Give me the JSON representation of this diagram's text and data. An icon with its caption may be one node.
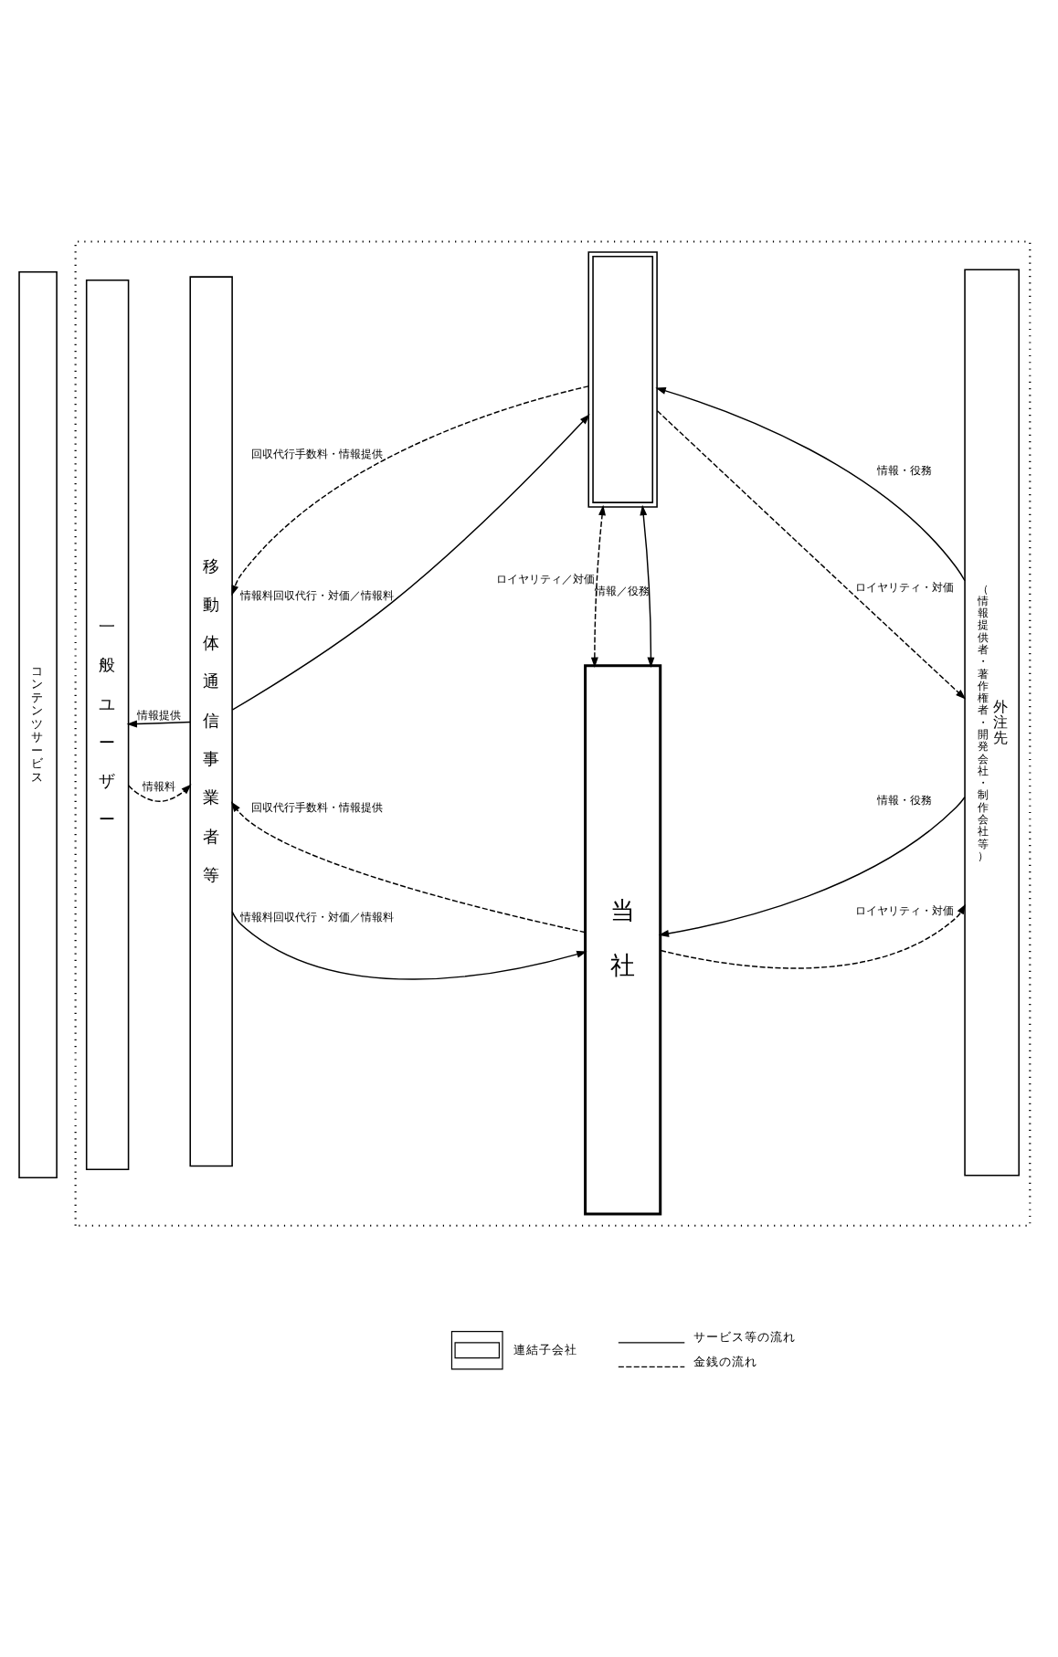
{
  "diagram": {
    "nodes": [
      {
        "text": [
          "コンテンツサービス"
        ]
      },
      {
        "text": [],
        "shape": "box"
      },
      {
        "text": [
          "一般ユーザー"
        ],
        "in": 1
      },
      {
        "text": [
          "移動体通信事業者等"
        ],
        "in": 1
      },
      {
        "text": [],
        "shape": "box",
        "in": 1
      },
      {
        "text": [
          "当社"
        ],
        "in": 1
      },
      {
        "text": [
          "（情報提供者・著作権者・開発会社・制作会社等）",
          "外注先"
        ],
        "in": 1
      }
    ],
    "edges": [
      {
        "from": 2,
        "to": 3,
        "arrow": "to",
        "label": "情報料",
        "style": "dashed"
      },
      {
        "from": 3,
        "to": 2,
        "arrow": "to",
        "label": "情報提供"
      },
      {
        "from": 3,
        "to": 4,
        "arrow": "to",
        "label": "情報料回収代行・対価／情報料"
      },
      {
        "from": 4,
        "to": 3,
        "arrow": "to",
        "label": "回収代行手数料・情報提供",
        "style": "dashed"
      },
      {
        "from": 4,
        "to": 6,
        "arrow": "to",
        "label": "ロイヤリティ・対価",
        "style": "dashed"
      },
      {
        "from": 6,
        "to": 4,
        "arrow": "to",
        "label": "情報・役務"
      },
      {
        "from": 5,
        "to": 4,
        "arrow": "both",
        "label": "情報／役務"
      },
      {
        "from": 5,
        "to": 4,
        "arrow": "both",
        "label": "ロイヤリティ／対価",
        "style": "dashed"
      },
      {
        "from": 3,
        "to": 5,
        "arrow": "to",
        "label": "情報料回収代行・対価／情報料"
      },
      {
        "from": 5,
        "to": 3,
        "arrow": "to",
        "label": "回収代行手数料・情報提供",
        "style": "dashed"
      },
      {
        "from": 5,
        "to": 6,
        "arrow": "to",
        "label": "ロイヤリティ・対価",
        "style": "dashed"
      },
      {
        "from": 6,
        "to": 5,
        "arrow": "to",
        "label": "情報・役務"
      }
    ],
    "legend": [
      {
        "text": "連結子会社"
      },
      {
        "text": "サービス等の流れ"
      },
      {
        "text": "金銭の流れ"
      }
    ]
  }
}
